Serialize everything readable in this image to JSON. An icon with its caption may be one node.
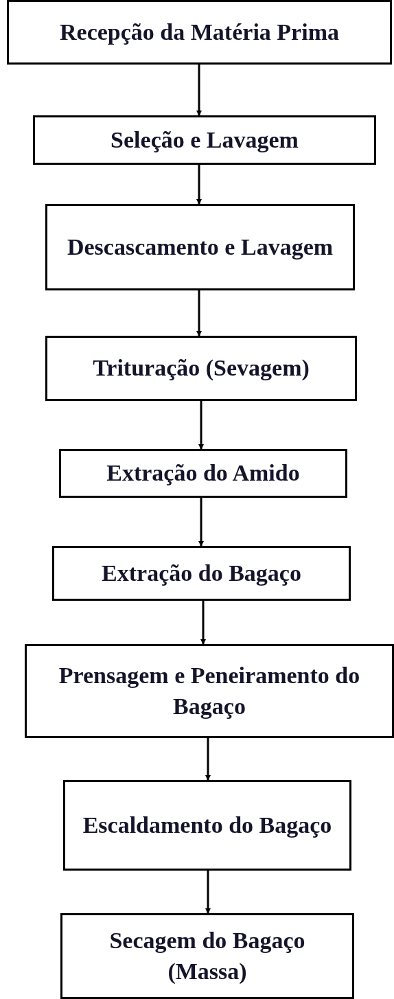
{
  "diagram": {
    "nodes": [
      {
        "text": [
          "Recepção da Matéria Prima"
        ]
      },
      {
        "text": [
          "Seleção e Lavagem"
        ]
      },
      {
        "text": [
          "Descascamento e Lavagem"
        ]
      },
      {
        "text": [
          "Trituração (Sevagem)"
        ]
      },
      {
        "text": [
          "Extração do Amido"
        ]
      },
      {
        "text": [
          "Extração do Bagaço"
        ]
      },
      {
        "text": [
          "Prensagem e Peneiramento do Bagaço"
        ]
      },
      {
        "text": [
          "Escaldamento do Bagaço"
        ]
      },
      {
        "text": [
          "Secagem do Bagaço (Massa)"
        ]
      }
    ],
    "edges": [
      {
        "from": 0,
        "to": 1,
        "arrow": "to"
      },
      {
        "from": 1,
        "to": 2,
        "arrow": "to"
      },
      {
        "from": 2,
        "to": 3,
        "arrow": "to"
      },
      {
        "from": 3,
        "to": 4,
        "arrow": "to"
      },
      {
        "from": 4,
        "to": 5,
        "arrow": "to"
      },
      {
        "from": 5,
        "to": 6,
        "arrow": "to"
      },
      {
        "from": 6,
        "to": 7,
        "arrow": "to"
      },
      {
        "from": 7,
        "to": 8,
        "arrow": "to"
      }
    ]
  }
}
